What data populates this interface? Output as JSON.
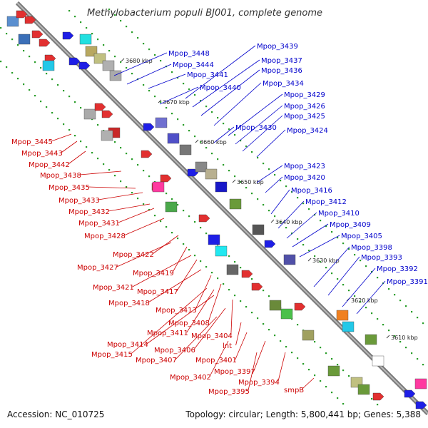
{
  "title": "Methylobacterium populi BJ001, complete genome",
  "footer": {
    "accession": "Accession: NC_010725",
    "summary": "Topology: circular; Length: 5,800,441 bp; Genes: 5,388"
  },
  "colors": {
    "forward_label": "#0000cc",
    "reverse_label": "#cc0000",
    "backbone": "#7a7a7a",
    "grid_dots": "#2a9d2a"
  },
  "ticks": [
    "3680 kbp",
    "3670 kbp",
    "3660 kbp",
    "3650 kbp",
    "3640 kbp",
    "3630 kbp",
    "3620 kbp",
    "3610 kbp"
  ],
  "forward_labels": [
    "Mpop_3448",
    "Mpop_3444",
    "Mpop_3441",
    "Mpop_3440",
    "Mpop_3439",
    "Mpop_3437",
    "Mpop_3436",
    "Mpop_3434",
    "Mpop_3429",
    "Mpop_3426",
    "Mpop_3425",
    "Mpop_3430",
    "Mpop_3424",
    "Mpop_3423",
    "Mpop_3420",
    "Mpop_3416",
    "Mpop_3412",
    "Mpop_3410",
    "Mpop_3409",
    "Mpop_3405",
    "Mpop_3398",
    "Mpop_3393",
    "Mpop_3392",
    "Mpop_3391"
  ],
  "reverse_labels": [
    "Mpop_3445",
    "Mpop_3443",
    "Mpop_3442",
    "Mpop_3438",
    "Mpop_3435",
    "Mpop_3433",
    "Mpop_3432",
    "Mpop_3431",
    "Mpop_3428",
    "Mpop_3422",
    "Mpop_3427",
    "Mpop_3419",
    "Mpop_3421",
    "Mpop_3417",
    "Mpop_3418",
    "Mpop_3413",
    "Mpop_3408",
    "Mpop_3411",
    "Mpop_3404",
    "Mpop_3406",
    "Mpop_3414",
    "Mpop_3415",
    "Mpop_3407",
    "lnt",
    "Mpop_3401",
    "Mpop_3397",
    "Mpop_3402",
    "Mpop_3394",
    "Mpop_3395",
    "smpB"
  ]
}
